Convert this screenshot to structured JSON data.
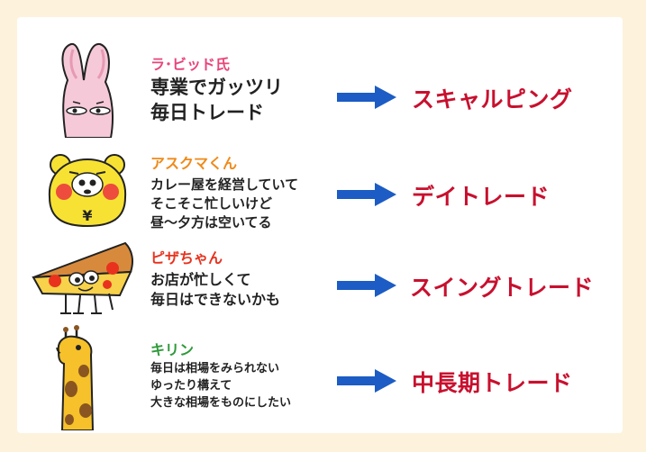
{
  "rows": [
    {
      "name": "ラ･ビッド氏",
      "name_color": "#e8457a",
      "lines": [
        "専業でガッツリ",
        "毎日トレード"
      ],
      "style": "スキャルピング",
      "character_icon": "rabbit-icon"
    },
    {
      "name": "アスクマくん",
      "name_color": "#ef8a1a",
      "lines": [
        "カレー屋を経営していて",
        "そこそこ忙しいけど",
        "昼〜夕方は空いてる"
      ],
      "style": "デイトレード",
      "character_icon": "bear-icon",
      "badge": "¥"
    },
    {
      "name": "ピザちゃん",
      "name_color": "#e8321e",
      "lines": [
        "お店が忙しくて",
        "毎日はできないかも"
      ],
      "style": "スイングトレード",
      "character_icon": "pizza-icon"
    },
    {
      "name": "キリン",
      "name_color": "#2e9a3a",
      "lines": [
        "毎日は相場をみられない",
        "ゆったり構えて",
        "大きな相場をものにしたい"
      ],
      "style": "中長期トレード",
      "character_icon": "giraffe-icon"
    }
  ],
  "colors": {
    "background": "#fdf2dc",
    "card": "#ffffff",
    "arrow": "#1c5cc4",
    "result": "#c8102e"
  }
}
